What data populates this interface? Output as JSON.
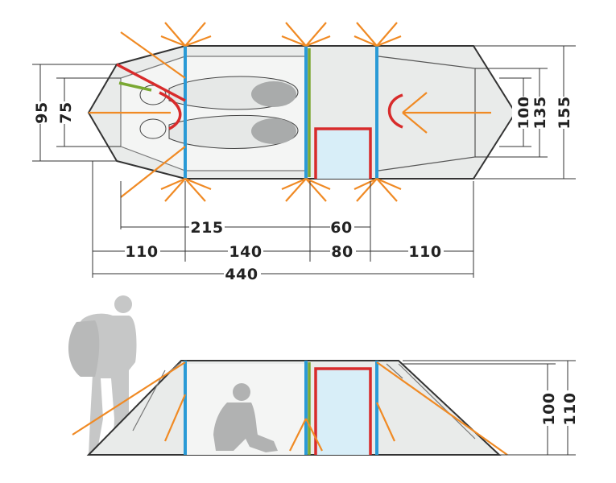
{
  "top_view": {
    "width_labels": [
      "95",
      "75"
    ],
    "right_width_labels": [
      "100",
      "135",
      "155"
    ],
    "length_labels": {
      "inner_sleeping": "215",
      "door": "60",
      "vestibule_left": "110",
      "sleeping": "140",
      "middle": "80",
      "vestibule_right": "110",
      "total": "440"
    }
  },
  "side_view": {
    "height_labels": [
      "100",
      "110"
    ]
  },
  "colors": {
    "pole": "#2a9ad6",
    "guy_line": "#f08a24",
    "door": "#d82b2b",
    "accent_green": "#7aa832",
    "fly": "#e9ebea",
    "inner": "#f4f5f4",
    "window": "#d8eef8"
  },
  "icons": {
    "backpacker": "person-with-backpack-icon",
    "sitting_person": "seated-person-icon"
  }
}
